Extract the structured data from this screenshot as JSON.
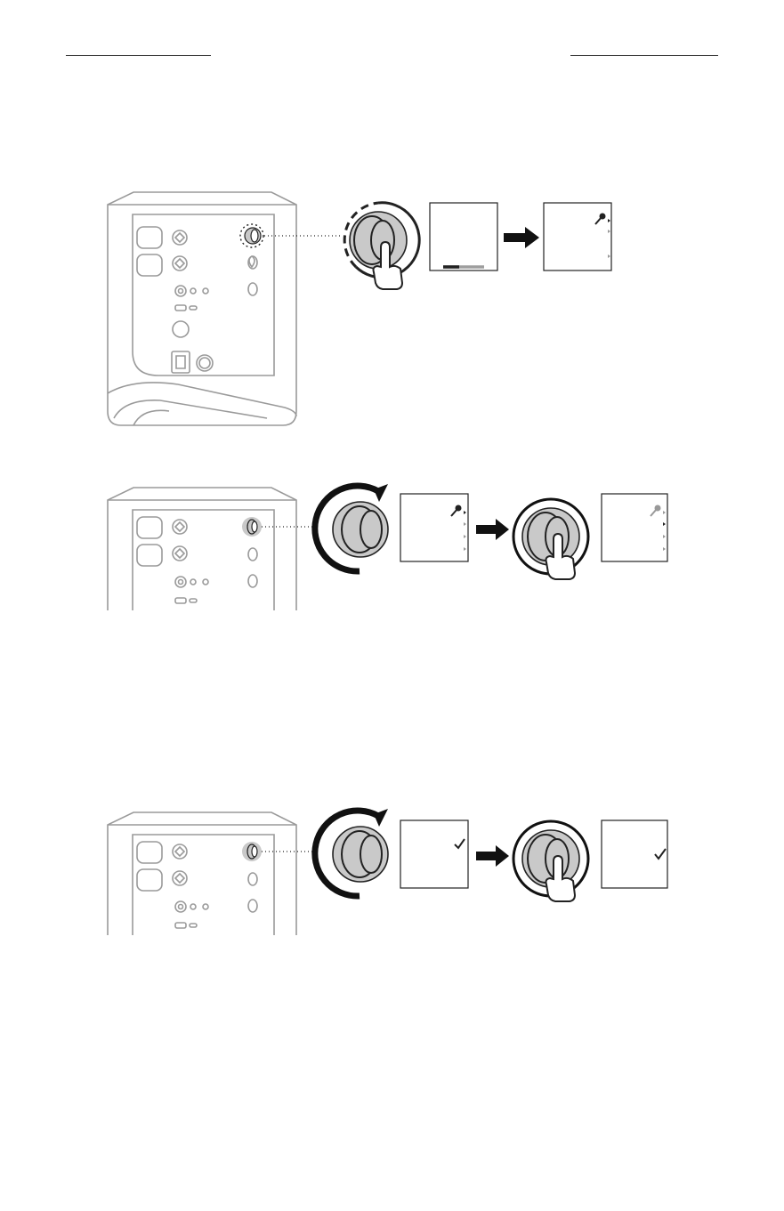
{
  "page": {
    "header_rules": 2,
    "steps": [
      {
        "id": "step-1",
        "actions": [
          "press-and-hold"
        ],
        "display_screens": 2
      },
      {
        "id": "step-2",
        "actions": [
          "rotate",
          "press"
        ],
        "display_screens": 2
      },
      {
        "id": "step-3",
        "actions": [
          "rotate",
          "press"
        ],
        "display_screens": 2
      }
    ],
    "colors": {
      "line": "#222222",
      "outline_gray": "#9a9a9a",
      "knob_fill": "#c9c9c9",
      "progress_gray": "#9e9e9e"
    },
    "icons": [
      "speaker-rear-panel",
      "control-knob",
      "pointing-hand",
      "right-arrow",
      "microphone-icon",
      "checkmark-icon",
      "clockwise-arrow",
      "dotted-hold-ring"
    ]
  }
}
